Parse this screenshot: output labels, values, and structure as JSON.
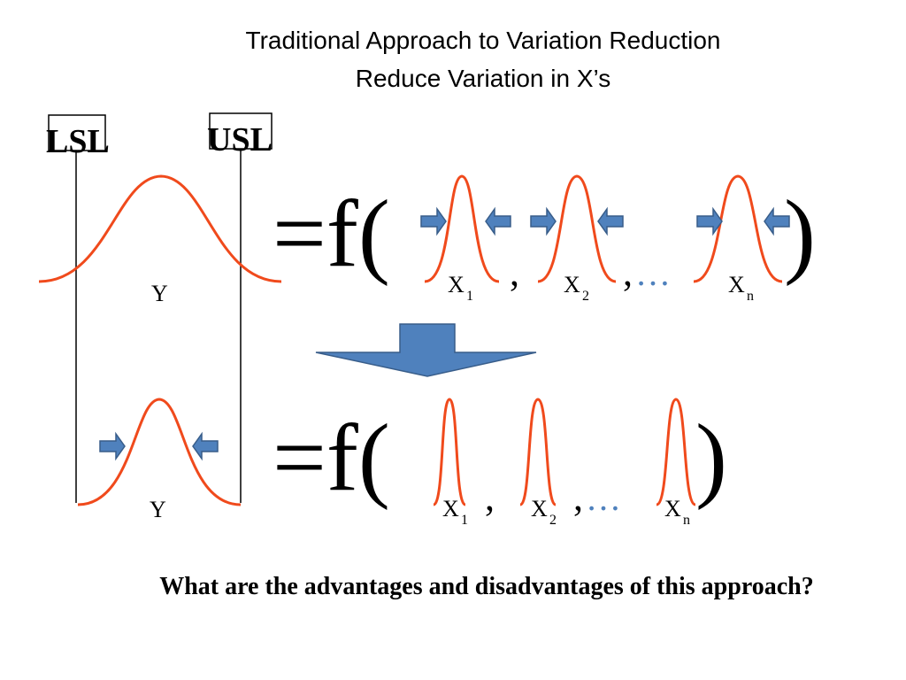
{
  "title": {
    "line1": "Traditional Approach to Variation Reduction",
    "line2": "Reduce Variation in X’s"
  },
  "limits": {
    "lower": "LSL",
    "upper": "USL"
  },
  "colors": {
    "curve": "#f04a1c",
    "arrow_fill": "#4f81bd",
    "arrow_stroke": "#385d8a",
    "line": "#000000"
  },
  "output_label": "Y",
  "function_prefix": "=f(",
  "function_close": ")",
  "separator": ",",
  "inputs": [
    {
      "var": "X",
      "sub": "1"
    },
    {
      "var": "X",
      "sub": "2"
    },
    {
      "var": "X",
      "sub": "n"
    }
  ],
  "ellipsis": "…",
  "question": "What are the advantages and disadvantages of this approach?"
}
